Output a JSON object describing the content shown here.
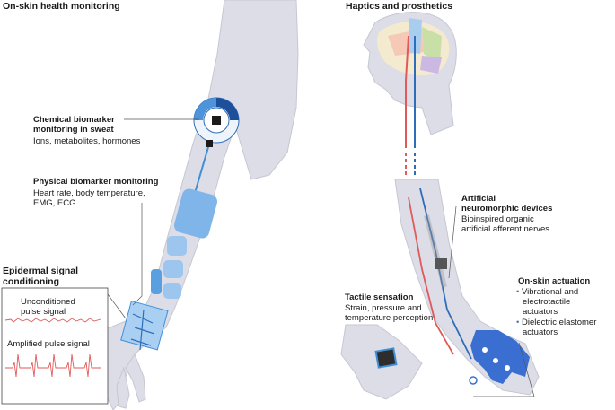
{
  "left_panel": {
    "title": "On-skin health monitoring",
    "chemical": {
      "heading_line1": "Chemical biomarker",
      "heading_line2": "monitoring in sweat",
      "detail": "Ions, metabolites, hormones"
    },
    "physical": {
      "heading": "Physical biomarker monitoring",
      "detail_line1": "Heart rate, body temperature,",
      "detail_line2": "EMG, ECG"
    },
    "epidermal": {
      "heading_line1": "Epidermal signal",
      "heading_line2": "conditioning",
      "unconditioned_line1": "Unconditioned",
      "unconditioned_line2": "pulse signal",
      "amplified": "Amplified pulse signal"
    }
  },
  "right_panel": {
    "title": "Haptics and prosthetics",
    "neuromorphic": {
      "heading_line1": "Artificial",
      "heading_line2": "neuromorphic devices",
      "detail_line1": "Bioinspired organic",
      "detail_line2": "artificial afferent nerves"
    },
    "actuation": {
      "heading": "On-skin actuation",
      "item1_line1": "Vibrational and",
      "item1_line2": "electrotactile",
      "item1_line3": "actuators",
      "item2_line1": "Dielectric elastomer",
      "item2_line2": "actuators"
    },
    "tactile": {
      "heading": "Tactile sensation",
      "detail_line1": "Strain, pressure and",
      "detail_line2": "temperature perception"
    }
  },
  "colors": {
    "skin": "#dcdde6",
    "skin_outline": "#b9bbc8",
    "device_blue": "#3f8fd8",
    "nerve_red": "#e05a5a",
    "nerve_blue": "#2f6db8",
    "glove_blue": "#3a6fd1"
  }
}
